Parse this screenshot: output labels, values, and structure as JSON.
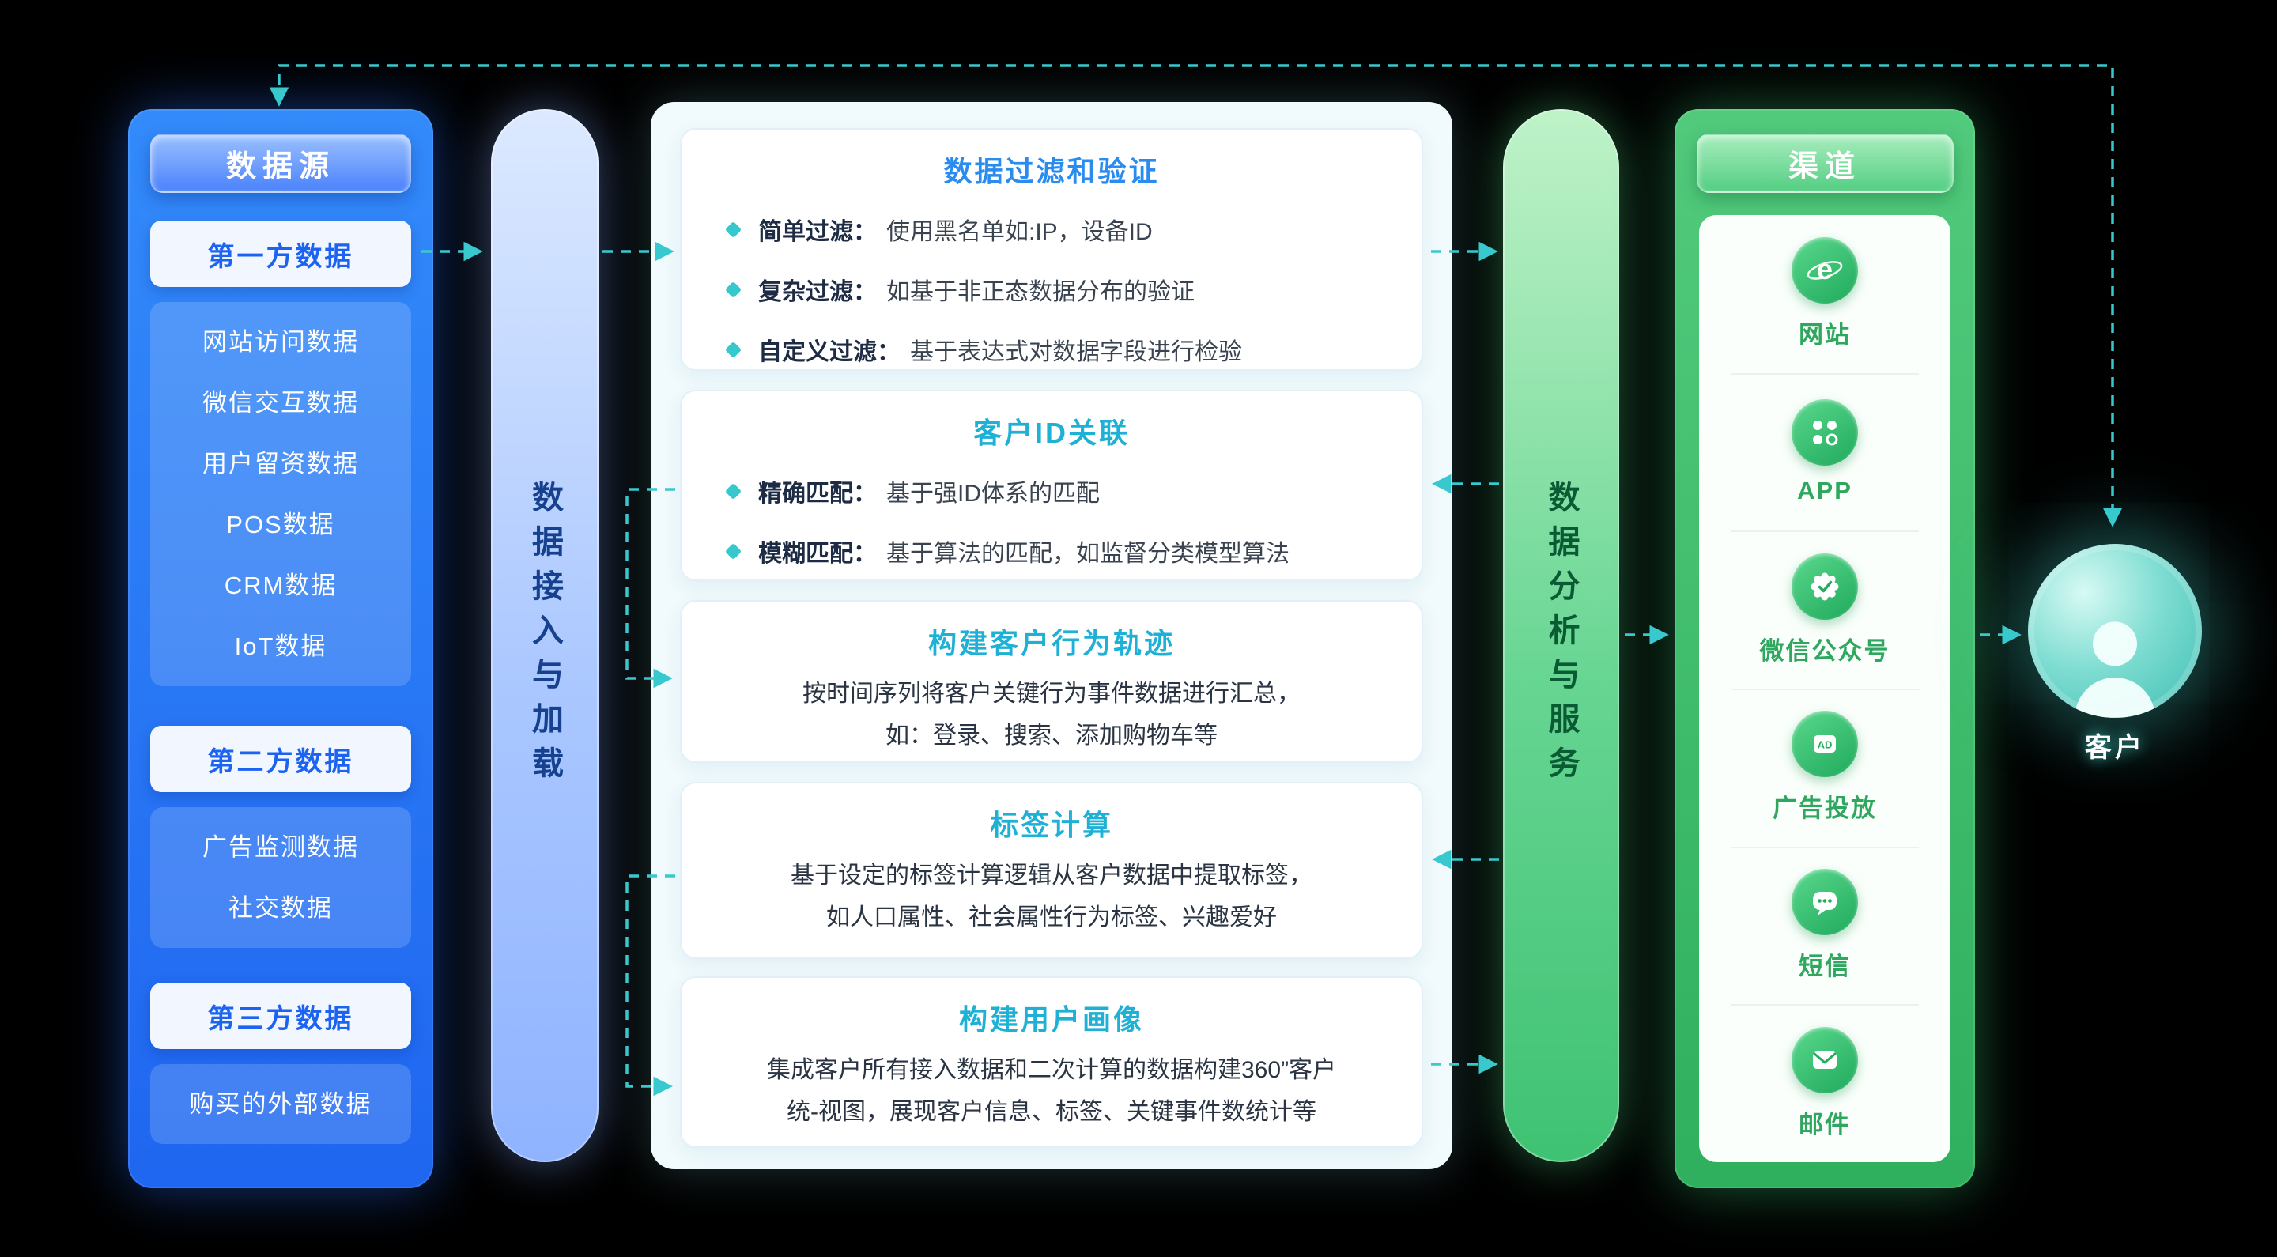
{
  "colors": {
    "background": "#000000",
    "flow_arrow": "#38C9CE",
    "source_blue": "#1F66F0",
    "channel_green": "#2FB05E",
    "card_title_teal": "#1FB0D6",
    "card_title_blue": "#2B8CEF",
    "customer_teal": "#3CBDB1"
  },
  "data_sources": {
    "title": "数据源",
    "groups": [
      {
        "label": "第一方数据",
        "items": [
          "网站访问数据",
          "微信交互数据",
          "用户留资数据",
          "POS数据",
          "CRM数据",
          "IoT数据"
        ]
      },
      {
        "label": "第二方数据",
        "items": [
          "广告监测数据",
          "社交数据"
        ]
      },
      {
        "label": "第三方数据",
        "items": [
          "购买的外部数据"
        ]
      }
    ]
  },
  "ingest_pill": {
    "label": "数据接入与加载"
  },
  "processing": {
    "cards": [
      {
        "title": "数据过滤和验证",
        "bullets": [
          {
            "label": "简单过滤：",
            "text": "使用黑名单如:IP，设备ID"
          },
          {
            "label": "复杂过滤：",
            "text": "如基于非正态数据分布的验证"
          },
          {
            "label": "自定义过滤：",
            "text": "基于表达式对数据字段进行检验"
          }
        ]
      },
      {
        "title": "客户ID关联",
        "bullets": [
          {
            "label": "精确匹配：",
            "text": "基于强ID体系的匹配"
          },
          {
            "label": "模糊匹配：",
            "text": "基于算法的匹配，如监督分类模型算法"
          }
        ]
      },
      {
        "title": "构建客户行为轨迹",
        "lines": [
          "按时间序列将客户关键行为事件数据进行汇总，",
          "如：登录、搜索、添加购物车等"
        ]
      },
      {
        "title": "标签计算",
        "lines": [
          "基于设定的标签计算逻辑从客户数据中提取标签，",
          "如人口属性、社会属性行为标签、兴趣爱好"
        ]
      },
      {
        "title": "构建用户画像",
        "lines": [
          "集成客户所有接入数据和二次计算的数据构建360”客户",
          "统-视图，展现客户信息、标签、关键事件数统计等"
        ]
      }
    ]
  },
  "analysis_pill": {
    "label": "数据分析与服务"
  },
  "channels": {
    "title": "渠道",
    "items": [
      {
        "label": "网站",
        "icon": "browser-icon",
        "icon_text": "e"
      },
      {
        "label": "APP",
        "icon": "app-grid-icon"
      },
      {
        "label": "微信公众号",
        "icon": "badge-check-icon"
      },
      {
        "label": "广告投放",
        "icon": "ad-icon",
        "icon_text": "AD"
      },
      {
        "label": "短信",
        "icon": "sms-icon"
      },
      {
        "label": "邮件",
        "icon": "mail-icon"
      }
    ]
  },
  "customer": {
    "label": "客户",
    "icon": "person-icon"
  }
}
